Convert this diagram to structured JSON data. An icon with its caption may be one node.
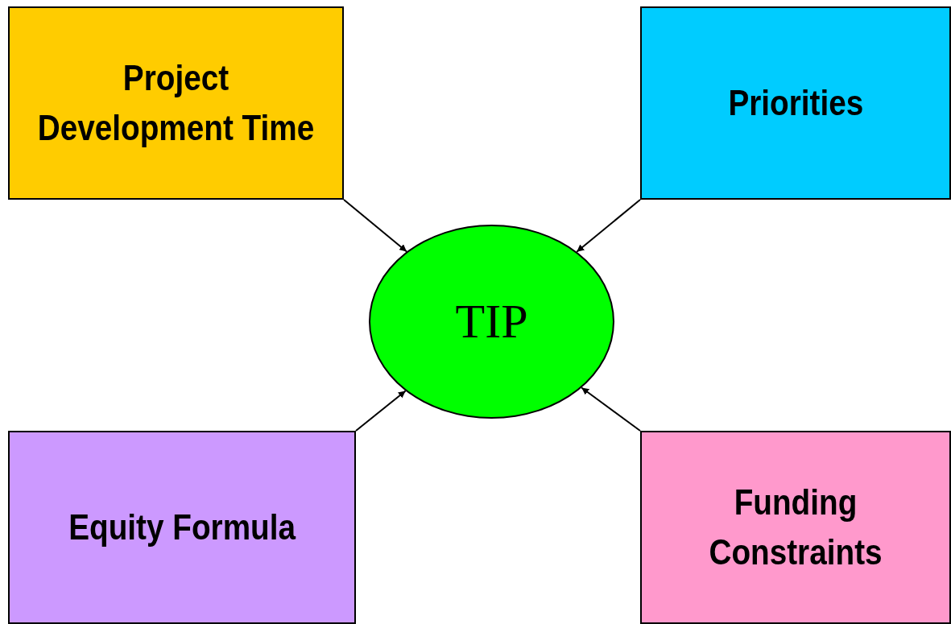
{
  "diagram": {
    "nodes": [
      {
        "text": [
          "Project Development Time"
        ]
      },
      {
        "text": [
          "Priorities"
        ]
      },
      {
        "text": [
          "TIP"
        ]
      },
      {
        "text": [
          "Equity Formula"
        ]
      },
      {
        "text": [
          "Funding Constraints"
        ]
      }
    ],
    "edges": [
      {
        "from": 0,
        "to": 2,
        "arrow": "to"
      },
      {
        "from": 1,
        "to": 2,
        "arrow": "to"
      },
      {
        "from": 3,
        "to": 2,
        "arrow": "to"
      },
      {
        "from": 4,
        "to": 2,
        "arrow": "to"
      }
    ]
  }
}
